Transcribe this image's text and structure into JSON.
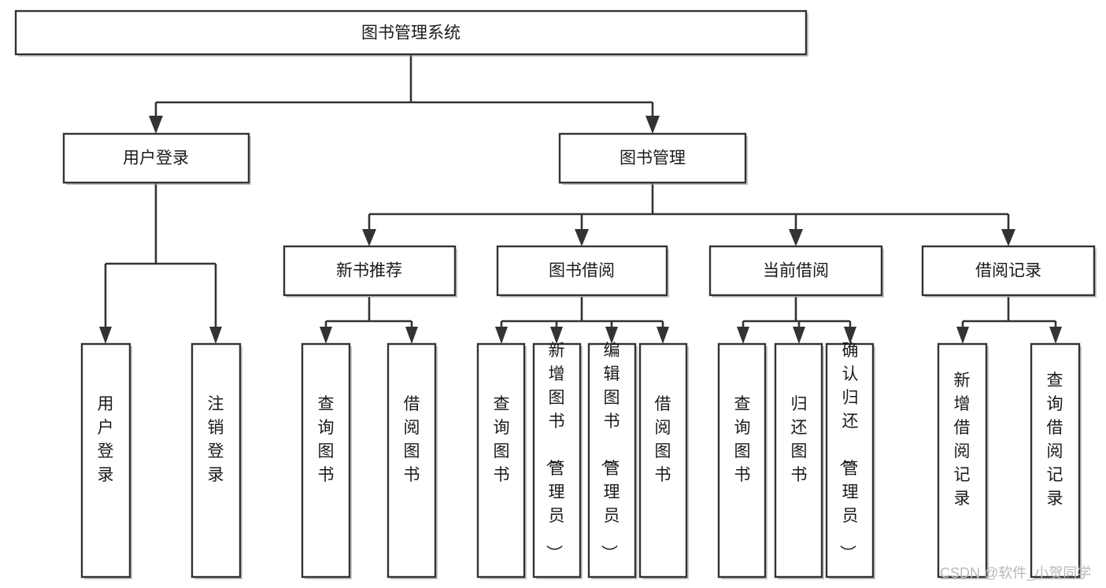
{
  "diagram": {
    "title": "图书管理系统",
    "type": "tree",
    "orientation": "top-down",
    "colors": {
      "box_stroke": "#333333",
      "box_fill": "#ffffff",
      "connector": "#333333",
      "text": "#1a1a1a",
      "watermark": "#b9b9b9",
      "background": "#ffffff"
    },
    "root": {
      "id": "root",
      "label": "图书管理系统"
    },
    "level1": [
      {
        "id": "user-login",
        "label": "用户登录"
      },
      {
        "id": "book-manage",
        "label": "图书管理"
      }
    ],
    "level2": [
      {
        "id": "new-book-recommend",
        "label": "新书推荐",
        "parent": "book-manage"
      },
      {
        "id": "book-borrow",
        "label": "图书借阅",
        "parent": "book-manage"
      },
      {
        "id": "current-borrow",
        "label": "当前借阅",
        "parent": "book-manage"
      },
      {
        "id": "borrow-record",
        "label": "借阅记录",
        "parent": "book-manage"
      }
    ],
    "leaves": {
      "user-login": [
        {
          "id": "leaf-user-login",
          "label": "用户登录"
        },
        {
          "id": "leaf-user-logout",
          "label": "注销登录"
        }
      ],
      "new-book-recommend": [
        {
          "id": "leaf-query-book-1",
          "label": "查询图书"
        },
        {
          "id": "leaf-borrow-book-1",
          "label": "借阅图书"
        }
      ],
      "book-borrow": [
        {
          "id": "leaf-query-book-2",
          "label": "查询图书"
        },
        {
          "id": "leaf-add-book",
          "label": "新增图书（管理员）"
        },
        {
          "id": "leaf-edit-book",
          "label": "编辑图书（管理员）"
        },
        {
          "id": "leaf-borrow-book-2",
          "label": "借阅图书"
        }
      ],
      "current-borrow": [
        {
          "id": "leaf-query-book-3",
          "label": "查询图书"
        },
        {
          "id": "leaf-return-book",
          "label": "归还图书"
        },
        {
          "id": "leaf-confirm-return",
          "label": "确认归还（管理员）"
        }
      ],
      "borrow-record": [
        {
          "id": "leaf-add-record",
          "label": "新增借阅记录"
        },
        {
          "id": "leaf-query-record",
          "label": "查询借阅记录"
        }
      ]
    }
  },
  "watermark": {
    "text": "CSDN @软件_小贺同学"
  }
}
